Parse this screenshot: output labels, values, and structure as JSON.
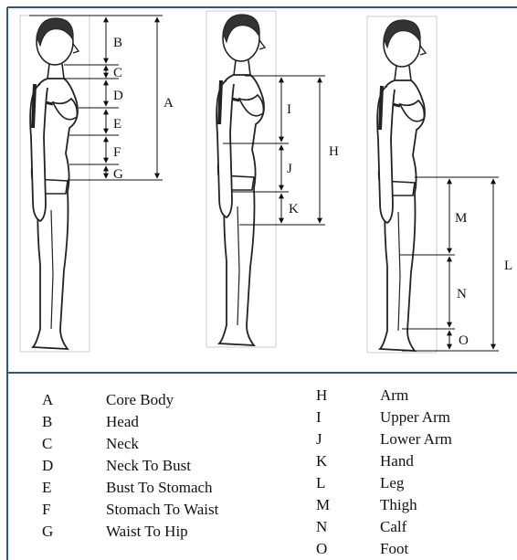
{
  "diagram": {
    "panels": [
      {
        "labels": [
          "B",
          "C",
          "D",
          "E",
          "F",
          "G",
          "A"
        ]
      },
      {
        "labels": [
          "I",
          "J",
          "K",
          "H"
        ]
      },
      {
        "labels": [
          "M",
          "N",
          "O",
          "L"
        ]
      }
    ],
    "colors": {
      "frame": "#2f5597",
      "lines": "#111111",
      "figure_outline": "#222222"
    }
  },
  "legend": {
    "left": [
      {
        "letter": "A",
        "name": "Core Body"
      },
      {
        "letter": "B",
        "name": "Head"
      },
      {
        "letter": "C",
        "name": "Neck"
      },
      {
        "letter": "D",
        "name": "Neck To Bust"
      },
      {
        "letter": "E",
        "name": "Bust To Stomach"
      },
      {
        "letter": "F",
        "name": "Stomach To Waist"
      },
      {
        "letter": "G",
        "name": "Waist To Hip"
      }
    ],
    "right": [
      {
        "letter": "H",
        "name": "Arm"
      },
      {
        "letter": "I",
        "name": "Upper Arm"
      },
      {
        "letter": "J",
        "name": "Lower Arm"
      },
      {
        "letter": "K",
        "name": "Hand"
      },
      {
        "letter": "L",
        "name": "Leg"
      },
      {
        "letter": "M",
        "name": "Thigh"
      },
      {
        "letter": "N",
        "name": "Calf"
      },
      {
        "letter": "O",
        "name": "Foot"
      }
    ]
  }
}
